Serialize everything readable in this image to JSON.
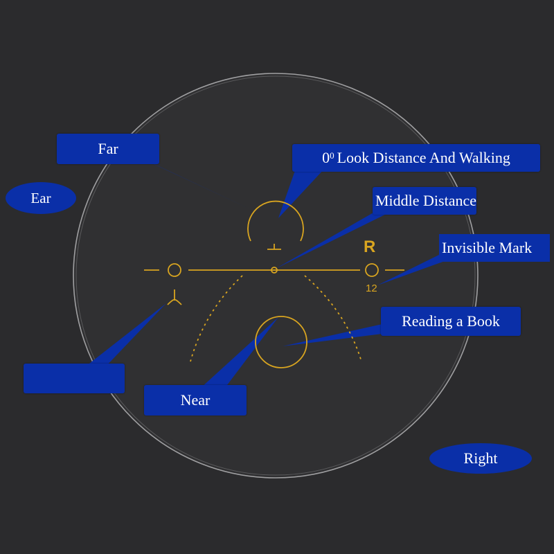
{
  "labels": {
    "far": "Far",
    "ear_left": "Ear",
    "zero_prefix": "0",
    "zero_sup": "0",
    "look_distance": "Look Distance And Walking",
    "middle_distance": "Middle Distance",
    "invisible_mark": "Invisible Mark",
    "reading_book": "Reading a Book",
    "near": "Near",
    "right": "Right",
    "blank_box": ""
  },
  "lens_marks": {
    "side_letter": "R",
    "add_power": "12"
  },
  "colors": {
    "background": "#2b2b2d",
    "label_blue": "#0a2fa8",
    "engraving_gold": "#d9a520",
    "lens_edge": "#9a9a9c"
  }
}
